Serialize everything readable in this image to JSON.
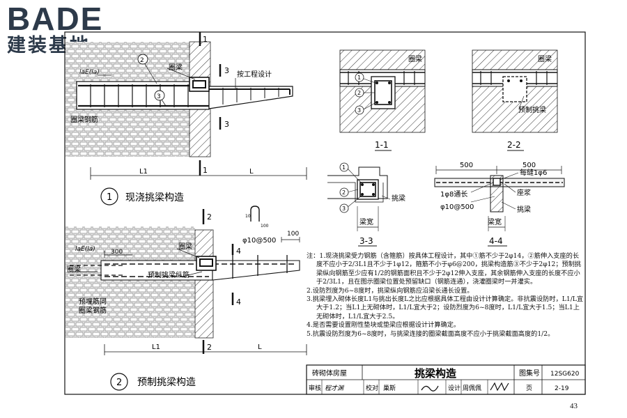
{
  "logo": {
    "brand": "BADE",
    "subtitle": "建装基地"
  },
  "fig1": {
    "circle_no": "1",
    "title": "现浇挑梁构造",
    "label_ring_beam": "圈梁",
    "label_ring_rebar": "圈梁钢筋",
    "label_design": "按工程设计",
    "label_anchor": "laE(la)",
    "dim_l1": "L1",
    "dim_l": "L",
    "sec1": "1",
    "sec3": "3",
    "callout2": "2",
    "callout3": "3"
  },
  "fig2": {
    "circle_no": "2",
    "title": "预制挑梁构造",
    "label_ring_beam": "圈梁",
    "label_ring_beam_left": "圈梁",
    "label_precast_rebar": "预制挑梁纵筋",
    "label_embed1": "预埋筋同",
    "label_embed2": "圈梁钢筋",
    "label_anchor": "laE(la)",
    "dim_300": "300",
    "dim_100": "100",
    "rebar_spec": "φ10@500",
    "hook_10": "10",
    "hook_100": "100",
    "dim_l1": "L1",
    "dim_l": "L",
    "sec2": "2",
    "sec4": "4"
  },
  "sec11": {
    "label": "1-1",
    "ring_beam": "圈梁",
    "c1": "1",
    "c2": "2",
    "c3": "3"
  },
  "sec22": {
    "label": "2-2",
    "ring_beam": "圈梁",
    "precast": "预制挑梁"
  },
  "sec33": {
    "label": "3-3",
    "c1": "1",
    "c2": "2",
    "c3": "3",
    "beam": "挑梁",
    "width": "梁宽"
  },
  "sec44": {
    "label": "4-4",
    "d500a": "500",
    "d500b": "500",
    "per_joint": "每缝1φ6",
    "long_bar": "1φ8通长",
    "mortar": "座浆",
    "stirrup": "φ10@500",
    "beam": "挑梁",
    "width": "梁宽"
  },
  "notes": {
    "head": "注：",
    "items": [
      "1.现浇挑梁受力钢筋（含箍筋）按具体工程设计，其中①筋不少于2φ14，②筋伸入支座的长度不应小于2/3L1且不少于1φ12，箍筋不小于φ6@200，挑梁构造筋③不少于2φ12；预制挑梁纵向钢筋至少应有1/2的钢筋面积且不少于2φ12伸入支座，其余钢筋伸入支座的长度不应小于2/3L1，且在图示圈梁位置处预留缺口（钢筋连通），浇灌圈梁时一并灌实。",
      "2.设防烈度为6~8度时，挑梁纵向钢筋应沿梁长通长设置。",
      "3.挑梁埋入砌体长度L1与挑出长度L之比应根据具体工程由设计计算确定。非抗震设防时，L1/L宜大于1.2；当L1上无砌体时，L1/L宜大于2；设防烈度为6~8度时，L1/L宜大于1.5；当L1上无砌体时，L1/L宜大于2.5。",
      "4.是否需要设置刚性垫块或垫梁应根据设计计算确定。",
      "5.抗震设防烈度为6~8度时，与挑梁连接的圈梁截面高度不应小于挑梁截面高度的1/2。"
    ]
  },
  "titleblock": {
    "category": "砖砌体房屋",
    "title": "挑梁构造",
    "atlas_label": "图集号",
    "atlas_no": "12SG620",
    "review": "审核",
    "reviewer": "程才渊",
    "check": "校对",
    "checker": "巢斯",
    "design": "设计",
    "designer": "周佩佩",
    "page_label": "页",
    "page_no": "2-19"
  },
  "page_number": "43"
}
